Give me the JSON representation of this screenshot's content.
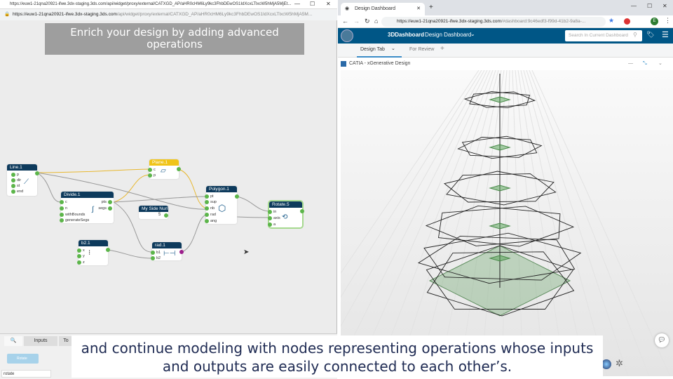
{
  "left_window": {
    "title": "https://euw1-21qna20921-ifwe.3dx-staging.3ds.com/api/widget/proxy/external/CATXGD_AP/aHR0cHM6Ly9kc3FhbDEwOS1IdXcxLTlxcW5hMjA5MjEt...",
    "url_host": "https://euw1-21qna20921-ifwe.3dx-staging.3ds.com",
    "url_path": "/api/widget/proxy/external/CATXGD_AP/aHR0cHM6Ly9kc3FhbDEwOS1IdXcxLTlxcW5hMjA5M...",
    "banner": "Enrich your design by adding advanced operations",
    "nodes": {
      "line": {
        "title": "Line.1",
        "ports": [
          "p",
          "dir",
          "st",
          "end"
        ]
      },
      "plane": {
        "title": "Plane.1",
        "ports": [
          "c",
          "p"
        ]
      },
      "divide": {
        "title": "Divide.1",
        "ports": [
          "c",
          "n",
          "withBounds",
          "generateSegs"
        ],
        "outputs": [
          "pts",
          "segs"
        ]
      },
      "sidenum": {
        "title": "My Side Num",
        "value": "5"
      },
      "polygon": {
        "title": "Polygon.1",
        "ports": [
          "pt",
          "sup",
          "nb",
          "rad",
          "ang"
        ]
      },
      "rotate": {
        "title": "Rotate.5",
        "ports": [
          "in",
          "axis",
          "a"
        ]
      },
      "b2": {
        "title": "b2.1",
        "ports": [
          "x",
          "y",
          "z"
        ]
      },
      "rad": {
        "title": "rad.1",
        "ports": [
          "b1",
          "b2"
        ]
      }
    },
    "panel": {
      "tabs": [
        "Inputs",
        "To"
      ],
      "result": "Rotate",
      "search_value": "rotate"
    }
  },
  "right_window": {
    "tab_title": "Design Dashboard",
    "url_host": "https://euw1-21qna20921-ifwe.3dx-staging.3ds.com",
    "url_path": "/#dashboard:9c46edf3-f99d-41b2-9a8a-...",
    "brand": "3DDashboard",
    "dashboard_name": "Design Dashboard",
    "search_placeholder": "Search In Current Dashboard",
    "tabs": [
      "Design Tab",
      "For Review"
    ],
    "widget_title": "CATIA - xGenerative Design",
    "avatar": "E"
  },
  "subtitle": "and continue modeling with nodes representing operations whose inputs and outputs are easily connected to each other’s.",
  "colors": {
    "header": "#005686",
    "node_header": "#0d3a5c",
    "plane_header": "#f0c419",
    "port": "#5cb54a"
  }
}
